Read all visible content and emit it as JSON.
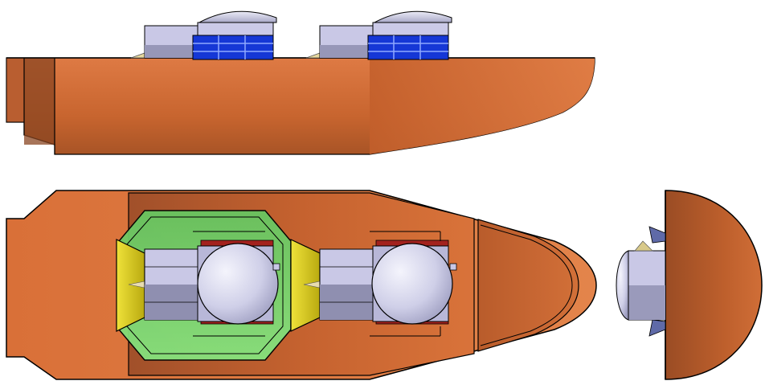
{
  "title": "",
  "colors": {
    "background": "#ffffff",
    "hull": "#d9703c",
    "hull_dark": "#8f4a22",
    "hull_mid": "#b85c2e",
    "module_lavender": "#c9c8e6",
    "module_gray": "#8e8eaa",
    "panel_blue": "#1537d6",
    "dome": "#d7d7ee",
    "green_frame": "#6fd86a",
    "yellow": "#d8cc1a",
    "outline": "#000000"
  },
  "views": [
    {
      "name": "side-view",
      "label": ""
    },
    {
      "name": "top-view",
      "label": ""
    },
    {
      "name": "end-view",
      "label": ""
    }
  ]
}
